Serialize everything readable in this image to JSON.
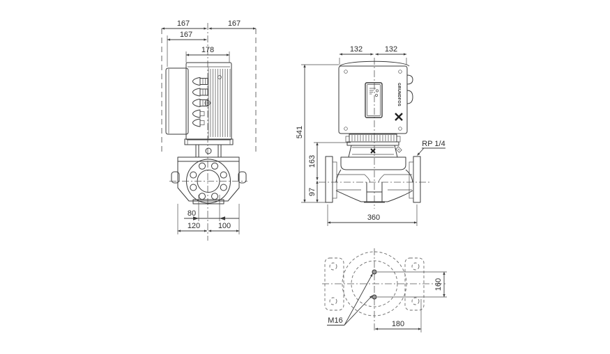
{
  "page": {
    "background": "#ffffff"
  },
  "drawing": {
    "type": "pump-dimensional-drawing",
    "line_color": "#3a3a3a",
    "text_color": "#2b2b2b",
    "views": {
      "side": {
        "dims": {
          "clearance_left": "167",
          "clearance_right": "167",
          "center_to_box": "167",
          "motor_width": "178",
          "port_bore": "80",
          "base_left": "120",
          "base_right": "100"
        }
      },
      "front": {
        "dims": {
          "half_width_left": "132",
          "half_width_right": "132",
          "total_height": "541",
          "head_height": "163",
          "port_center_height": "97",
          "port_to_port": "360"
        },
        "labels": {
          "gauge_port": "RP 1/4",
          "brand": "GRUNDFOS"
        }
      },
      "top": {
        "dims": {
          "bolt_pitch": "160",
          "bolt_offset": "180"
        },
        "labels": {
          "bolt_thread": "M16"
        }
      }
    }
  }
}
